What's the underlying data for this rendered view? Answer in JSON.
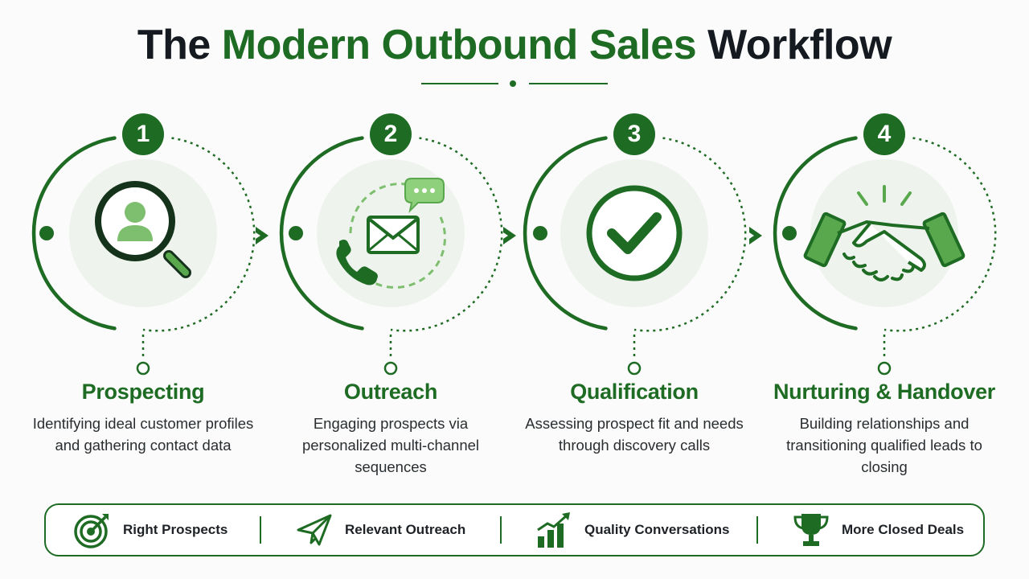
{
  "title": {
    "part1": "The",
    "accent": "Modern Outbound Sales",
    "part2": "Workflow"
  },
  "colors": {
    "primary": "#1e6b23",
    "light": "#5aa84e",
    "circle_bg": "#eef3ed"
  },
  "steps": [
    {
      "number": "1",
      "title": "Prospecting",
      "description": "Identifying ideal customer profiles and gathering contact data",
      "icon": "magnifier-person-icon"
    },
    {
      "number": "2",
      "title": "Outreach",
      "description": "Engaging prospects via personalized multi-channel sequences",
      "icon": "phone-mail-chat-icon"
    },
    {
      "number": "3",
      "title": "Qualification",
      "description": "Assessing prospect fit and needs through discovery calls",
      "icon": "checkmark-circle-icon"
    },
    {
      "number": "4",
      "title": "Nurturing & Handover",
      "description": "Building relationships and transitioning qualified leads to closing",
      "icon": "handshake-icon"
    }
  ],
  "outcomes": [
    {
      "label": "Right Prospects",
      "icon": "target-icon"
    },
    {
      "label": "Relevant Outreach",
      "icon": "paper-plane-icon"
    },
    {
      "label": "Quality Conversations",
      "icon": "bar-chart-growth-icon"
    },
    {
      "label": "More Closed Deals",
      "icon": "trophy-icon"
    }
  ]
}
